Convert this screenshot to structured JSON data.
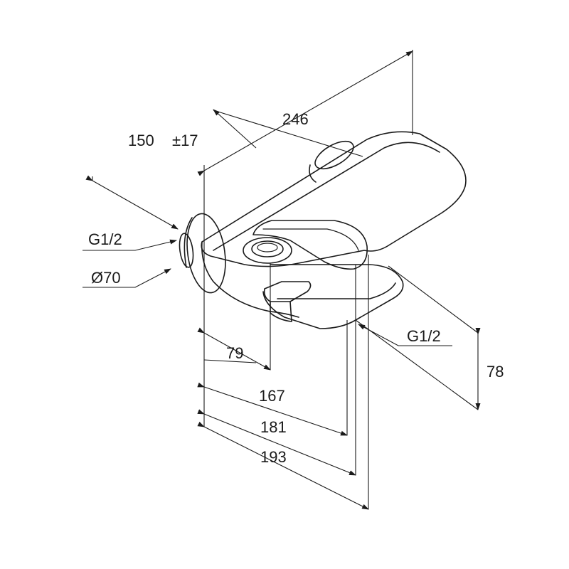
{
  "labels": {
    "width_total": "246",
    "projection": "150",
    "projection_tolerance": "±17",
    "inlet_thread_left": "G1/2",
    "escutcheon_diameter": "Ø70",
    "outlet_thread": "G1/2",
    "height": "78",
    "dim_79": "79",
    "dim_167": "167",
    "dim_181": "181",
    "dim_193": "193"
  }
}
